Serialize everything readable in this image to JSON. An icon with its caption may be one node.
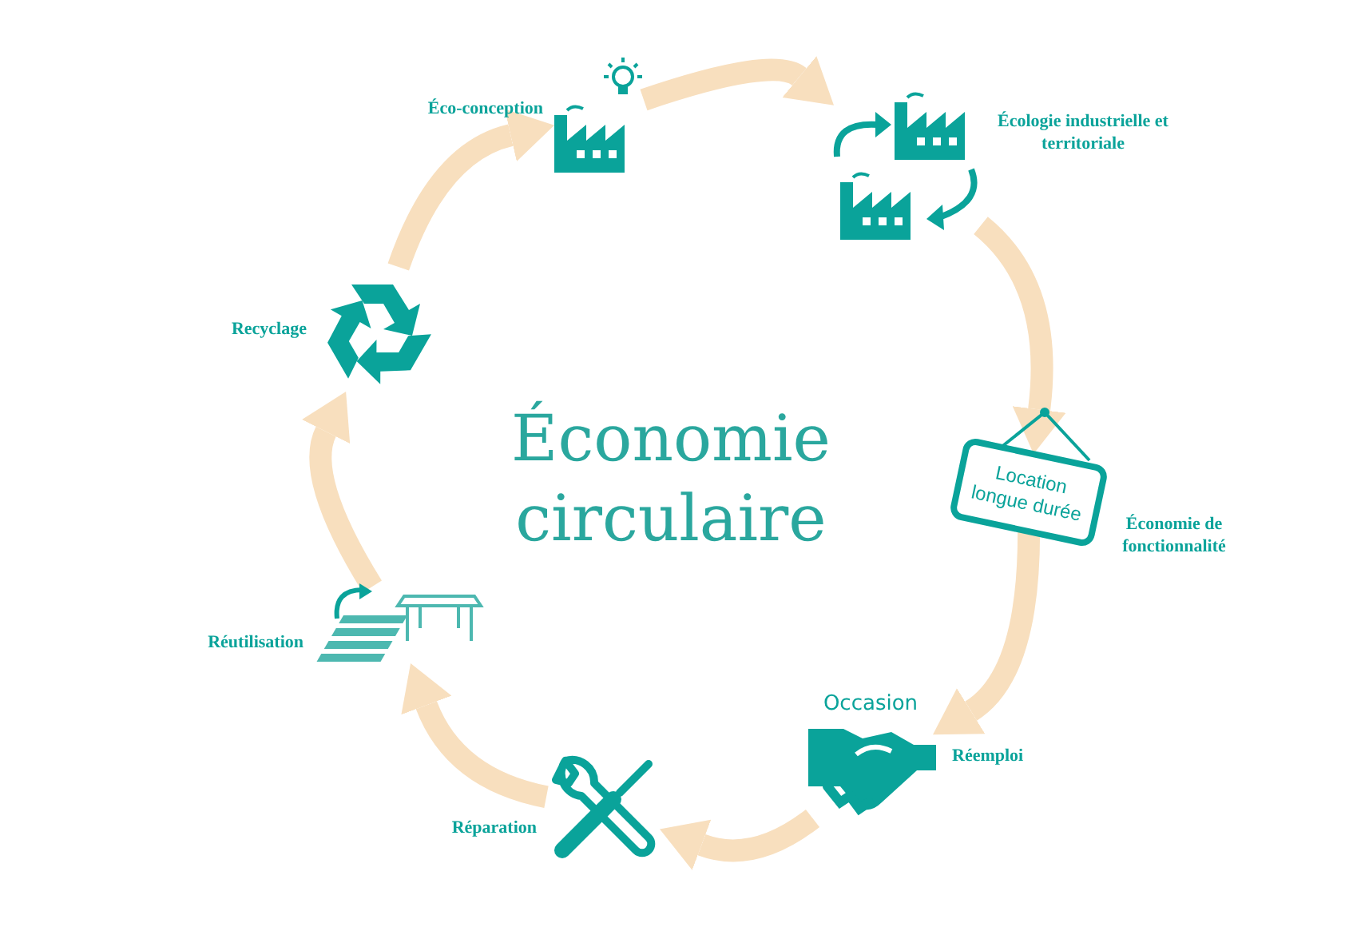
{
  "diagram": {
    "title": "Économie circulaire",
    "nodes": [
      {
        "text": [],
        "shape": "picture",
        "beside": [
          "Éco-conception"
        ]
      },
      {
        "text": [],
        "shape": "picture",
        "beside": [
          "Écologie industrielle et territoriale"
        ]
      },
      {
        "text": [
          "Location longue durée"
        ],
        "beside": [
          "Économie de fonctionnalité"
        ]
      },
      {
        "text": [],
        "shape": "picture",
        "beside": [
          "Occasion",
          "Réemploi"
        ]
      },
      {
        "text": [],
        "shape": "picture",
        "beside": [
          "Réparation"
        ]
      },
      {
        "text": [],
        "shape": "picture",
        "beside": [
          "Réutilisation"
        ]
      },
      {
        "text": [],
        "shape": "picture",
        "beside": [
          "Recyclage"
        ]
      }
    ],
    "edges": [
      {
        "from": 0,
        "to": 1,
        "arrow": "to"
      },
      {
        "from": 1,
        "to": 2,
        "arrow": "to"
      },
      {
        "from": 2,
        "to": 3,
        "arrow": "to"
      },
      {
        "from": 3,
        "to": 4,
        "arrow": "to"
      },
      {
        "from": 4,
        "to": 5,
        "arrow": "to"
      },
      {
        "from": 5,
        "to": 6,
        "arrow": "to"
      },
      {
        "from": 6,
        "to": 0,
        "arrow": "to"
      }
    ]
  }
}
